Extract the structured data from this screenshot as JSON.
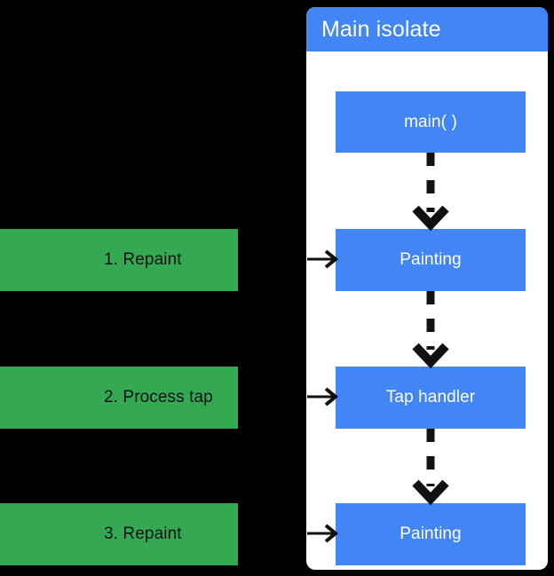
{
  "diagram": {
    "title_visible": "Main isolate",
    "colors": {
      "background": "#000000",
      "card_background": "#FFFFFF",
      "blue": "#4285F4",
      "green": "#34A853",
      "arrow": "#111111",
      "node_text": "#FFFFFF",
      "chip_text": "#111111"
    }
  },
  "steps": {
    "items": [
      {
        "label": "1. Repaint"
      },
      {
        "label": "2. Process tap"
      },
      {
        "label": "3. Repaint"
      }
    ]
  },
  "isolate": {
    "header": {
      "title": "Main isolate"
    },
    "nodes": [
      {
        "label": "main( )"
      },
      {
        "label": "Painting"
      },
      {
        "label": "Tap handler"
      },
      {
        "label": "Painting"
      }
    ]
  },
  "connectors": {
    "vertical_dashed": [
      {
        "from": "main( )",
        "to": "Painting",
        "style": "dashed",
        "arrowhead": "chevron"
      },
      {
        "from": "Painting",
        "to": "Tap handler",
        "style": "dashed",
        "arrowhead": "chevron"
      },
      {
        "from": "Tap handler",
        "to": "Painting",
        "style": "dashed",
        "arrowhead": "chevron"
      }
    ],
    "horizontal_solid": [
      {
        "from": "1. Repaint",
        "to": "Painting",
        "style": "solid",
        "arrowhead": "chevron"
      },
      {
        "from": "2. Process tap",
        "to": "Tap handler",
        "style": "solid",
        "arrowhead": "chevron"
      },
      {
        "from": "3. Repaint",
        "to": "Painting",
        "style": "solid",
        "arrowhead": "chevron"
      }
    ]
  }
}
